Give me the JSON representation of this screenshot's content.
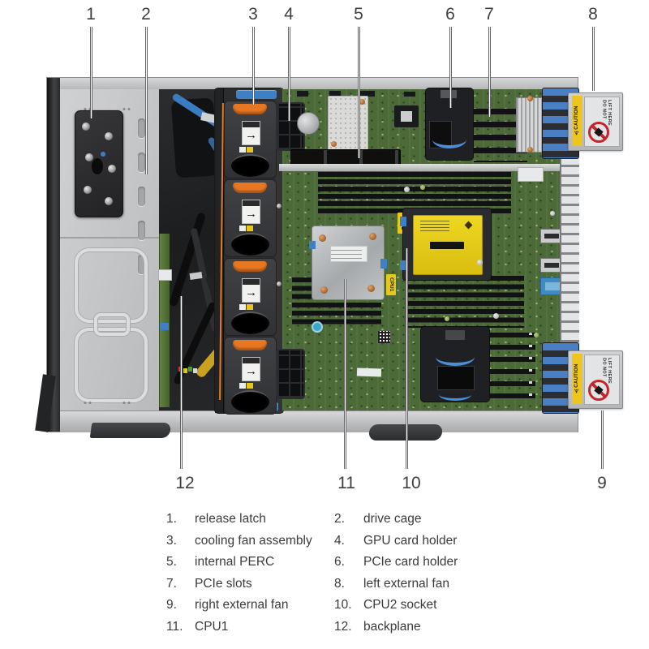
{
  "figure": {
    "description": "Inside the system - tower server top view with callouts"
  },
  "callouts": {
    "top": [
      "1",
      "2",
      "3",
      "4",
      "5",
      "6",
      "7",
      "8"
    ],
    "bottom": [
      "12",
      "11",
      "10",
      "9"
    ]
  },
  "legend": {
    "items": [
      {
        "num": "1.",
        "label": "release latch"
      },
      {
        "num": "2.",
        "label": "drive cage"
      },
      {
        "num": "3.",
        "label": "cooling fan assembly"
      },
      {
        "num": "4.",
        "label": "GPU card holder"
      },
      {
        "num": "5.",
        "label": "internal PERC"
      },
      {
        "num": "6.",
        "label": "PCIe card holder"
      },
      {
        "num": "7.",
        "label": "PCIe slots"
      },
      {
        "num": "8.",
        "label": "left external fan"
      },
      {
        "num": "9.",
        "label": "right external fan"
      },
      {
        "num": "10.",
        "label": "CPU2 socket"
      },
      {
        "num": "11.",
        "label": "CPU1"
      },
      {
        "num": "12.",
        "label": "backplane"
      }
    ]
  },
  "board_labels": {
    "cpu1_tag": "CPU1",
    "cpu2_tag": "CPU2"
  },
  "warning_labels": {
    "caution_icon": "⚠",
    "caution": "CAUTION",
    "do_not_lift": [
      "DO NOT",
      "LIFT",
      "HERE"
    ]
  },
  "icons": {
    "fan_airflow_arrow": "→"
  },
  "colors": {
    "pcb_green": "#4b6a37",
    "fan_orange": "#e87722",
    "handle_blue": "#3f7fc4",
    "caution_yellow": "#eec51d",
    "cpu_cover_yellow": "#e6cd1c",
    "prohibition_red": "#c4262c",
    "chassis_silver": "#c6c8ca",
    "callout_line_gray": "#636365"
  }
}
